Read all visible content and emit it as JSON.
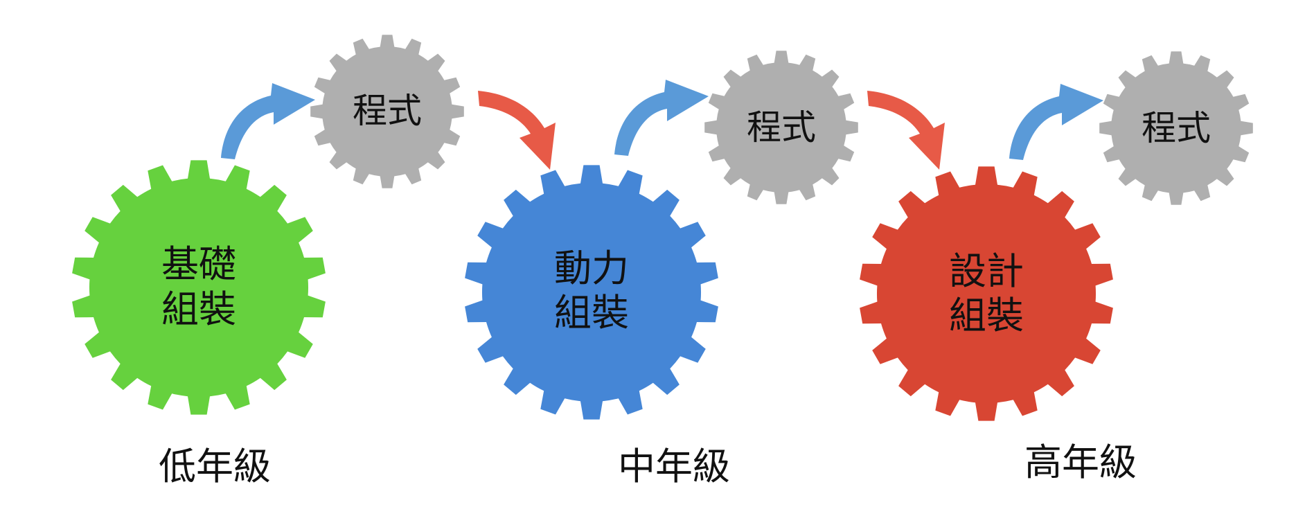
{
  "stages": [
    {
      "main_gear": {
        "lines": [
          "基礎",
          "組裝"
        ],
        "color": "#66d13e"
      },
      "program_gear": {
        "label": "程式",
        "color": "#afafaf"
      },
      "grade": "低年級",
      "up_arrow_color": "#5a9ad8"
    },
    {
      "main_gear": {
        "lines": [
          "動力",
          "組裝"
        ],
        "color": "#4586d6"
      },
      "program_gear": {
        "label": "程式",
        "color": "#afafaf"
      },
      "grade": "中年級",
      "up_arrow_color": "#5a9ad8"
    },
    {
      "main_gear": {
        "lines": [
          "設計",
          "組裝"
        ],
        "color": "#d84633"
      },
      "program_gear": {
        "label": "程式",
        "color": "#afafaf"
      },
      "grade": "高年級",
      "up_arrow_color": "#5a9ad8"
    }
  ],
  "down_arrow_color": "#e75a47"
}
